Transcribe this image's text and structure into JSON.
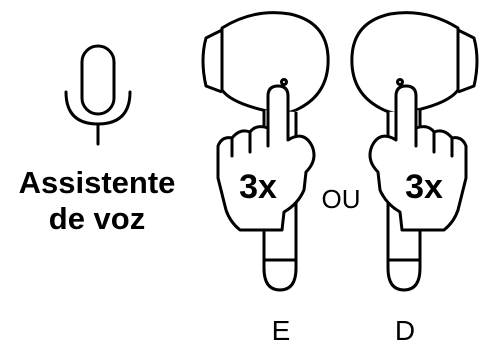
{
  "feature": {
    "line1": "Assistente",
    "line2": "de voz",
    "icon": "microphone-icon"
  },
  "gesture": {
    "left_taps": "3x",
    "right_taps": "3x",
    "separator": "OU",
    "icon": "tap-hand-icon"
  },
  "earbuds": {
    "left_label": "E",
    "right_label": "D"
  },
  "colors": {
    "ink": "#000000",
    "background": "#ffffff"
  }
}
